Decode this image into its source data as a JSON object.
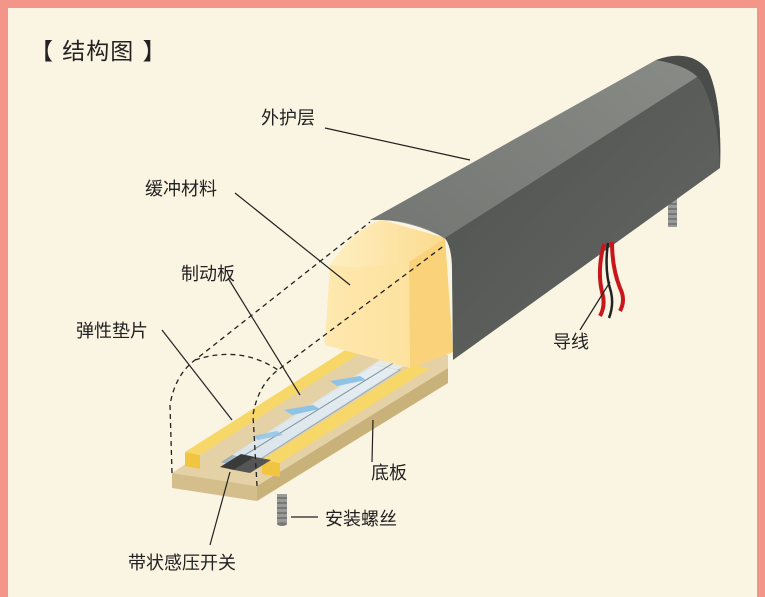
{
  "title": "【 结构图 】",
  "labels": {
    "outer_layer": "外护层",
    "cushion": "缓冲材料",
    "brake_plate": "制动板",
    "elastic_pad": "弹性垫片",
    "wire": "导线",
    "base_plate": "底板",
    "mounting_screw": "安装螺丝",
    "tape_switch": "带状感压开关"
  },
  "colors": {
    "frame": "#f4958a",
    "background": "#faf4e2",
    "cover_top": "#767875",
    "cover_side": "#5a5c5a",
    "foam": "#fde7a6",
    "pad": "#f6d060",
    "base": "#e0cd9e",
    "wire_red": "#c8161d"
  }
}
